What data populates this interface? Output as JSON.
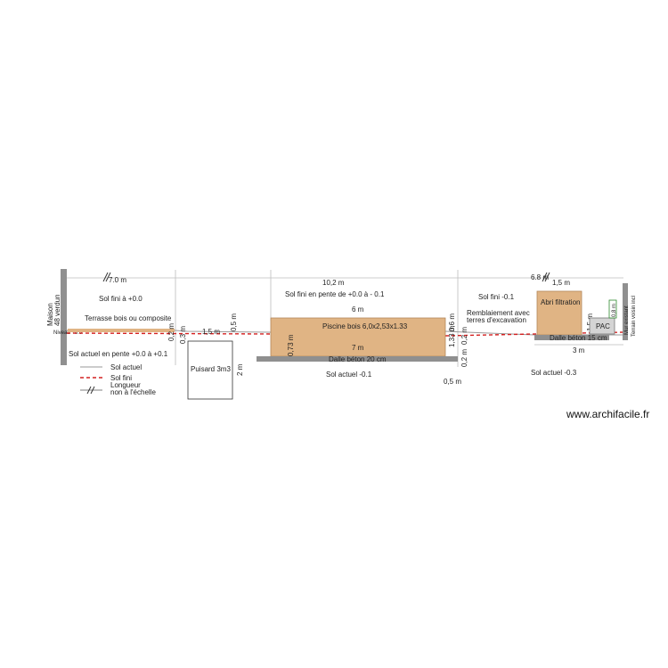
{
  "colors": {
    "wood": "#e0b484",
    "wood_stroke": "#b3875a",
    "concrete": "#8f8f8f",
    "wall": "#909090",
    "sol_actuel": "#9a9a9a",
    "sol_fini": "#d42020",
    "pac": "#d4d4d4",
    "ruler": "#bdbdbd",
    "green_box": "#2e8b2e"
  },
  "labels": {
    "maison": "Maison",
    "verdun": "48 verdun",
    "niveau": "Niveau +0.0",
    "dim_7m_top": "7.0 m",
    "dim_10_2m": "10,2 m",
    "dim_6_8m": "6.8 m",
    "dim_1_5m_top": "1,5 m",
    "sol_fini_0": "Sol fini à +0.0",
    "terrasse": "Terrasse bois ou composite",
    "sol_actuel_pente": "Sol actuel en pente +0.0 à +0.1",
    "dim_0_2m_a": "0,2 m",
    "dim_0_3m": "0,3 m",
    "dim_1_5m_mid": "1,5 m",
    "dim_0_5m_a": "0,5 m",
    "puisard": "Puisard 3m3",
    "dim_2m": "2 m",
    "sol_fini_pente": "Sol fini en pente de +0.0 à - 0.1",
    "dim_6m": "6 m",
    "piscine": "Piscine bois 6,0x2,53x1.33",
    "dim_0_73m": "0,73 m",
    "dim_7m_bottom": "7 m",
    "dalle_20": "Dalle béton 20 cm",
    "sol_actuel_01": "Sol actuel -0.1",
    "dim_1_33m": "1,33 m",
    "dim_0_6m": "0,6 m",
    "dim_0_2m_b": "0,2 m",
    "dim_0_2m_c": "0,2 m",
    "dim_0_5m_b": "0,5 m",
    "sol_fini_01": "Sol fini -0.1",
    "remblai_1": "Remblaiement avec",
    "remblai_2": "terres d'excavation",
    "abri": "Abri filtration",
    "dim_1_5m_abri": "1,5 m",
    "dim_0_8m": "0,8 m",
    "pac": "PAC",
    "dalle_15": "Dalle béton 15 cm",
    "dim_3m": "3 m",
    "sol_actuel_03": "Sol actuel -0.3",
    "mur_1": "Mur existant",
    "mur_2": "Terrain voisin incl",
    "legend_sol_actuel": "Sol actuel",
    "legend_sol_fini": "Sol fini",
    "legend_longueur_1": "Longueur",
    "legend_longueur_2": "non à l'échelle",
    "watermark": "www.archifacile.fr"
  }
}
